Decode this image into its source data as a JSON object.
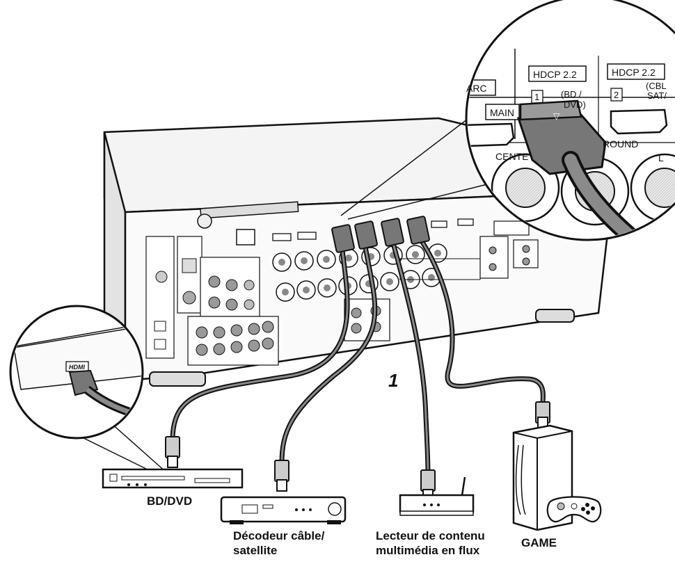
{
  "diagram": {
    "step_number": "1",
    "zoom_right": {
      "hdcp_1": "HDCP 2.2",
      "hdcp_2": "HDCP 2.2",
      "arc": "ARC",
      "main": "MAIN",
      "port1_num": "1",
      "port1_name_a": "(BD /",
      "port1_name_b": "DVD)",
      "port2_num": "2",
      "port2_name_a": "(CBL",
      "port2_name_b": "SAT/",
      "center": "CENTE",
      "round": "ROUND",
      "l": "L"
    },
    "zoom_left": {
      "hdmi": "HDMI"
    },
    "devices": {
      "bd_dvd": "BD/DVD",
      "cable_sat_line1": "Décodeur câble/",
      "cable_sat_line2": "satellite",
      "streaming_line1": "Lecteur de contenu",
      "streaming_line2": "multimédia en flux",
      "game": "GAME"
    }
  }
}
